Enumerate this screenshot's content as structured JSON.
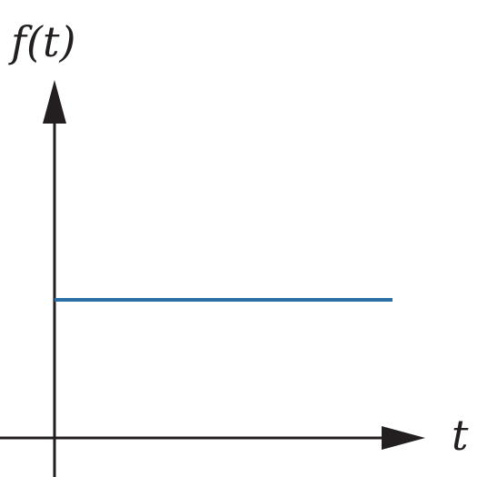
{
  "chart_data": {
    "type": "line",
    "title": "",
    "xlabel": "t",
    "ylabel": "f(t)",
    "series": [
      {
        "x": [
          0,
          1
        ],
        "y": [
          1,
          1
        ]
      }
    ],
    "line_color": "#2a6fa6",
    "axis_color": "#231f20",
    "grid": false,
    "ticks": false
  }
}
